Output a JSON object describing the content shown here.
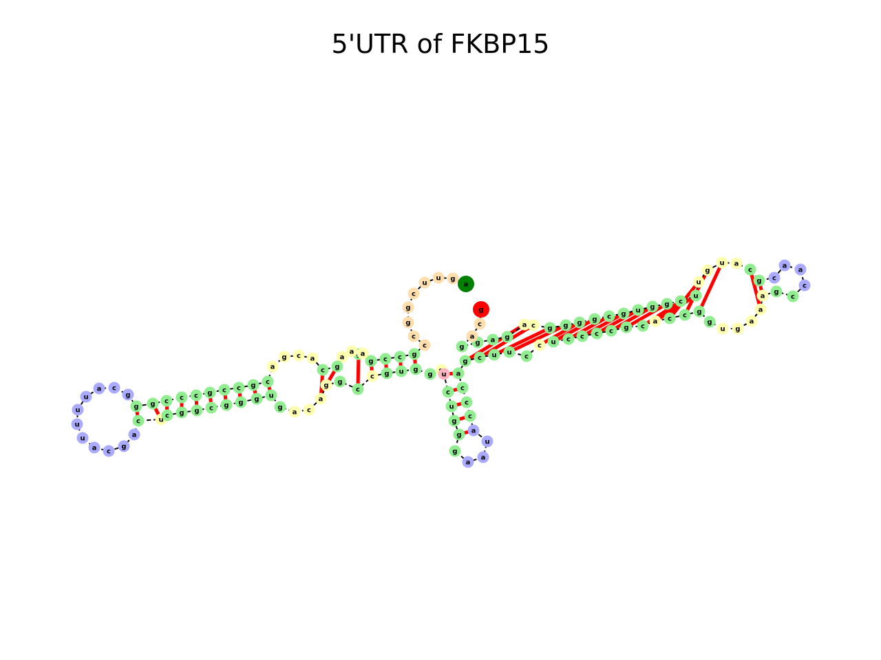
{
  "title": "5'UTR of FKBP15",
  "colors": {
    "stem": "#90ee90",
    "loop": "#aaaaff",
    "interior": "#ffffb0",
    "external": "#ffdead",
    "start": "#008000",
    "end": "#ff0000",
    "junction": "#ffb6c1",
    "backbone": "#000000",
    "pair": "#ff0000"
  },
  "segments": [
    {
      "kind": "start",
      "n": "a"
    },
    {
      "kind": "external",
      "n": "gguc cg"
    },
    {
      "kind": "stem",
      "n": "ccugg"
    },
    {
      "kind": "interior",
      "n": "g"
    },
    {
      "kind": "stem",
      "n": "gg"
    },
    {
      "kind": "interior",
      "n": "aaa"
    },
    {
      "kind": "stem",
      "n": "gc"
    },
    {
      "kind": "interior",
      "n": "agca"
    },
    {
      "kind": "stem",
      "n": "cgcccgcccgg"
    },
    {
      "kind": "loop",
      "n": "cacu uuuacgga"
    },
    {
      "kind": "stem",
      "n": "cuu"
    },
    {
      "kind": "stem",
      "n": "cgggcggggu"
    },
    {
      "kind": "interior",
      "n": "gacca"
    },
    {
      "kind": "stem",
      "n": "gc"
    },
    {
      "kind": "interior",
      "n": "c"
    },
    {
      "kind": "stem",
      "n": "cugg"
    },
    {
      "kind": "junction",
      "n": "ug"
    },
    {
      "kind": "stem",
      "n": "ggcuug"
    },
    {
      "kind": "loop",
      "n": "aaua"
    },
    {
      "kind": "stem",
      "n": "cccaa"
    },
    {
      "kind": "stem",
      "n": "cuucc"
    },
    {
      "kind": "interior",
      "n": "c"
    },
    {
      "kind": "stem",
      "n": "uccccgccacccggg"
    },
    {
      "kind": "interior",
      "n": "uagaa"
    },
    {
      "kind": "stem",
      "n": "gc"
    },
    {
      "kind": "loop",
      "n": "caac"
    },
    {
      "kind": "stem",
      "n": "gc"
    },
    {
      "kind": "interior",
      "n": "augu"
    },
    {
      "kind": "stem",
      "n": "ucggcuggggggg"
    },
    {
      "kind": "interior",
      "n": "ac"
    },
    {
      "kind": "stem",
      "n": "gaggg"
    },
    {
      "kind": "external",
      "n": "ac"
    },
    {
      "kind": "end",
      "n": "g"
    }
  ],
  "nucleotides": [
    {
      "n": "a",
      "t": "start"
    },
    {
      "n": "g",
      "t": "external"
    },
    {
      "n": "u",
      "t": "external"
    },
    {
      "n": "u",
      "t": "external"
    },
    {
      "n": "c",
      "t": "external"
    },
    {
      "n": "g",
      "t": "external"
    },
    {
      "n": "g",
      "t": "external"
    },
    {
      "n": "c",
      "t": "external"
    },
    {
      "n": "c",
      "t": "external"
    },
    {
      "n": "g",
      "t": "stem"
    },
    {
      "n": "c",
      "t": "stem"
    },
    {
      "n": "c",
      "t": "stem"
    },
    {
      "n": "g",
      "t": "stem"
    },
    {
      "n": "g",
      "t": "stem"
    },
    {
      "n": "a",
      "t": "interior"
    },
    {
      "n": "a",
      "t": "interior"
    },
    {
      "n": "a",
      "t": "interior"
    },
    {
      "n": "g",
      "t": "stem"
    },
    {
      "n": "c",
      "t": "stem"
    },
    {
      "n": "a",
      "t": "interior"
    },
    {
      "n": "c",
      "t": "interior"
    },
    {
      "n": "g",
      "t": "interior"
    },
    {
      "n": "a",
      "t": "interior"
    },
    {
      "n": "c",
      "t": "stem"
    },
    {
      "n": "g",
      "t": "stem"
    },
    {
      "n": "c",
      "t": "stem"
    },
    {
      "n": "c",
      "t": "stem"
    },
    {
      "n": "g",
      "t": "stem"
    },
    {
      "n": "c",
      "t": "stem"
    },
    {
      "n": "c",
      "t": "stem"
    },
    {
      "n": "c",
      "t": "stem"
    },
    {
      "n": "g",
      "t": "stem"
    },
    {
      "n": "g",
      "t": "stem"
    },
    {
      "n": "g",
      "t": "loop"
    },
    {
      "n": "c",
      "t": "loop"
    },
    {
      "n": "a",
      "t": "loop"
    },
    {
      "n": "u",
      "t": "loop"
    },
    {
      "n": "u",
      "t": "loop"
    },
    {
      "n": "u",
      "t": "loop"
    },
    {
      "n": "u",
      "t": "loop"
    },
    {
      "n": "a",
      "t": "loop"
    },
    {
      "n": "c",
      "t": "loop"
    },
    {
      "n": "g",
      "t": "loop"
    },
    {
      "n": "a",
      "t": "loop"
    },
    {
      "n": "c",
      "t": "stem"
    },
    {
      "n": "u",
      "t": "interior"
    },
    {
      "n": "c",
      "t": "stem"
    },
    {
      "n": "g",
      "t": "stem"
    },
    {
      "n": "g",
      "t": "stem"
    },
    {
      "n": "c",
      "t": "stem"
    },
    {
      "n": "g",
      "t": "stem"
    },
    {
      "n": "g",
      "t": "stem"
    },
    {
      "n": "g",
      "t": "stem"
    },
    {
      "n": "u",
      "t": "stem"
    },
    {
      "n": "g",
      "t": "stem"
    },
    {
      "n": "a",
      "t": "interior"
    },
    {
      "n": "c",
      "t": "interior"
    },
    {
      "n": "a",
      "t": "interior"
    },
    {
      "n": "g",
      "t": "interior"
    },
    {
      "n": "g",
      "t": "stem"
    },
    {
      "n": "c",
      "t": "stem"
    },
    {
      "n": "c",
      "t": "interior"
    },
    {
      "n": "g",
      "t": "stem"
    },
    {
      "n": "u",
      "t": "stem"
    },
    {
      "n": "g",
      "t": "stem"
    },
    {
      "n": "g",
      "t": "stem"
    },
    {
      "n": "g",
      "t": "interior"
    },
    {
      "n": "u",
      "t": "junction"
    },
    {
      "n": "c",
      "t": "stem"
    },
    {
      "n": "u",
      "t": "stem"
    },
    {
      "n": "g",
      "t": "stem"
    },
    {
      "n": "g",
      "t": "stem"
    },
    {
      "n": "g",
      "t": "stem"
    },
    {
      "n": "a",
      "t": "loop"
    },
    {
      "n": "a",
      "t": "loop"
    },
    {
      "n": "u",
      "t": "loop"
    },
    {
      "n": "a",
      "t": "loop"
    },
    {
      "n": "c",
      "t": "stem"
    },
    {
      "n": "c",
      "t": "stem"
    },
    {
      "n": "c",
      "t": "stem"
    },
    {
      "n": "a",
      "t": "stem"
    },
    {
      "n": "g",
      "t": "stem"
    },
    {
      "n": "c",
      "t": "stem"
    },
    {
      "n": "u",
      "t": "stem"
    },
    {
      "n": "u",
      "t": "stem"
    },
    {
      "n": "c",
      "t": "stem"
    },
    {
      "n": "c",
      "t": "interior"
    },
    {
      "n": "u",
      "t": "stem"
    },
    {
      "n": "c",
      "t": "stem"
    },
    {
      "n": "c",
      "t": "stem"
    },
    {
      "n": "c",
      "t": "stem"
    },
    {
      "n": "c",
      "t": "stem"
    },
    {
      "n": "g",
      "t": "stem"
    },
    {
      "n": "c",
      "t": "stem"
    },
    {
      "n": "a",
      "t": "interior"
    },
    {
      "n": "c",
      "t": "stem"
    },
    {
      "n": "c",
      "t": "stem"
    },
    {
      "n": "g",
      "t": "stem"
    },
    {
      "n": "g",
      "t": "stem"
    },
    {
      "n": "u",
      "t": "interior"
    },
    {
      "n": "g",
      "t": "interior"
    },
    {
      "n": "a",
      "t": "interior"
    },
    {
      "n": "a",
      "t": "interior"
    },
    {
      "n": "a",
      "t": "interior"
    },
    {
      "n": "g",
      "t": "stem"
    },
    {
      "n": "c",
      "t": "stem"
    },
    {
      "n": "c",
      "t": "loop"
    },
    {
      "n": "a",
      "t": "loop"
    },
    {
      "n": "a",
      "t": "loop"
    },
    {
      "n": "c",
      "t": "loop"
    },
    {
      "n": "g",
      "t": "stem"
    },
    {
      "n": "c",
      "t": "stem"
    },
    {
      "n": "a",
      "t": "interior"
    },
    {
      "n": "u",
      "t": "interior"
    },
    {
      "n": "g",
      "t": "interior"
    },
    {
      "n": "u",
      "t": "interior"
    },
    {
      "n": "u",
      "t": "stem"
    },
    {
      "n": "c",
      "t": "stem"
    },
    {
      "n": "g",
      "t": "stem"
    },
    {
      "n": "g",
      "t": "stem"
    },
    {
      "n": "u",
      "t": "stem"
    },
    {
      "n": "g",
      "t": "stem"
    },
    {
      "n": "c",
      "t": "stem"
    },
    {
      "n": "g",
      "t": "stem"
    },
    {
      "n": "g",
      "t": "stem"
    },
    {
      "n": "g",
      "t": "stem"
    },
    {
      "n": "g",
      "t": "stem"
    },
    {
      "n": "c",
      "t": "interior"
    },
    {
      "n": "a",
      "t": "interior"
    },
    {
      "n": "g",
      "t": "stem"
    },
    {
      "n": "a",
      "t": "stem"
    },
    {
      "n": "g",
      "t": "stem"
    },
    {
      "n": "g",
      "t": "stem"
    },
    {
      "n": "a",
      "t": "external"
    },
    {
      "n": "c",
      "t": "external"
    },
    {
      "n": "g",
      "t": "end"
    }
  ]
}
